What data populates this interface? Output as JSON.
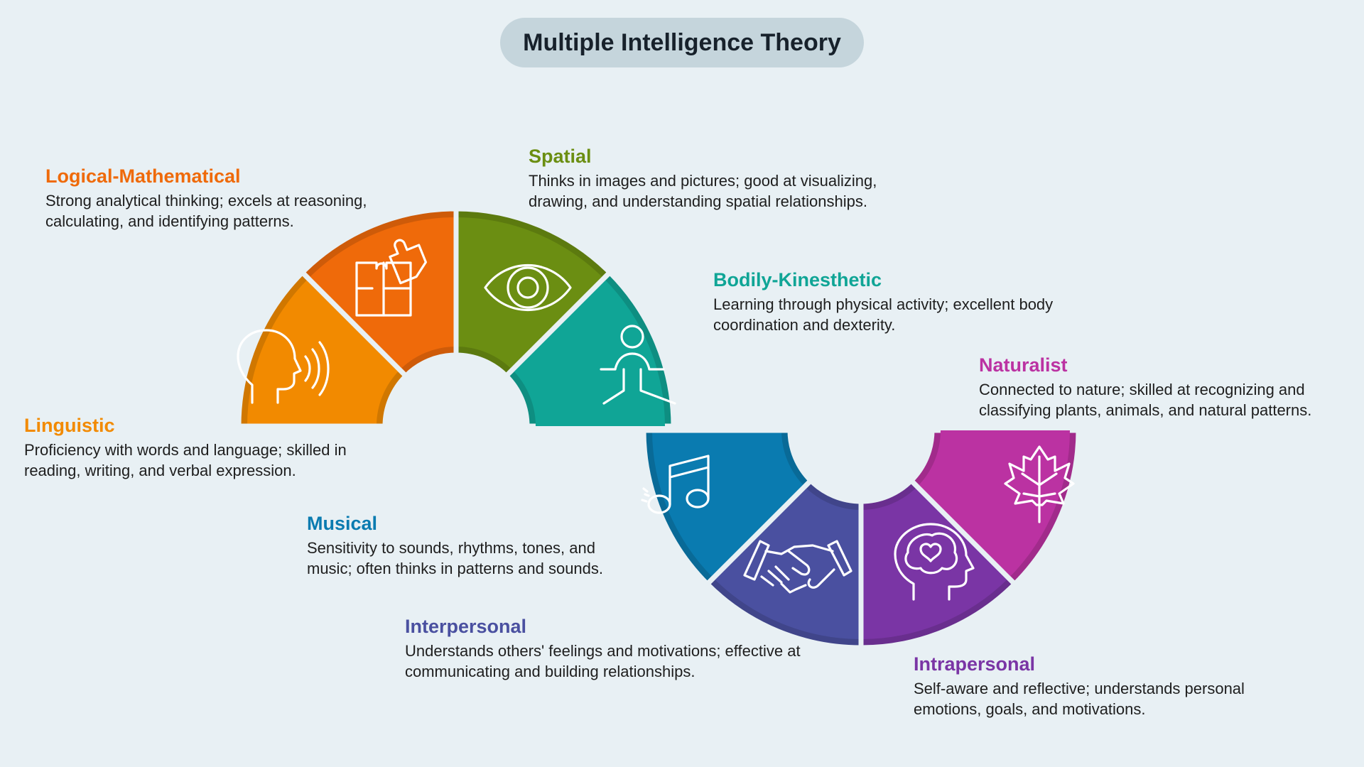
{
  "title": "Multiple Intelligence Theory",
  "intelligences": [
    {
      "name": "Linguistic",
      "description": "Proficiency with words and language; skilled in reading, writing, and verbal expression.",
      "color": "#f28a00",
      "icon": "speaking-head-icon"
    },
    {
      "name": "Logical-Mathematical",
      "description": "Strong analytical thinking; excels at reasoning, calculating, and identifying patterns.",
      "color": "#ef6a0a",
      "icon": "puzzle-icon"
    },
    {
      "name": "Spatial",
      "description": "Thinks in images and pictures; good at visualizing, drawing, and understanding spatial relationships.",
      "color": "#6b8e12",
      "icon": "eye-icon"
    },
    {
      "name": "Bodily-Kinesthetic",
      "description": "Learning through physical activity; excellent body coordination and dexterity.",
      "color": "#10a596",
      "icon": "person-moving-icon"
    },
    {
      "name": "Musical",
      "description": "Sensitivity to sounds, rhythms, tones, and music; often thinks in patterns and sounds.",
      "color": "#0a7bb0",
      "icon": "music-note-icon"
    },
    {
      "name": "Interpersonal",
      "description": "Understands others' feelings and motivations; effective at communicating and building relationships.",
      "color": "#4a50a0",
      "icon": "handshake-icon"
    },
    {
      "name": "Intrapersonal",
      "description": "Self-aware and reflective; understands personal emotions, goals, and motivations.",
      "color": "#7a35a5",
      "icon": "head-heart-icon"
    },
    {
      "name": "Naturalist",
      "description": "Connected to nature; skilled at recognizing and classifying plants, animals, and natural patterns.",
      "color": "#bb32a2",
      "icon": "maple-leaf-icon"
    }
  ]
}
